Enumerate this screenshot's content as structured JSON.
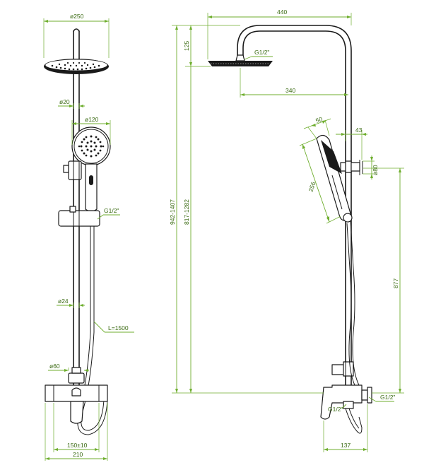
{
  "dimensions": {
    "front_head_dia": "ø250",
    "front_pipe_top_dia": "ø20",
    "front_hand_dia": "ø120",
    "front_holder_thread": "G1/2\"",
    "front_pipe_bottom_dia": "ø24",
    "front_hose_length": "L=1500",
    "front_mixer_dia": "ø60",
    "front_mount_spacing": "150±10",
    "front_total_width": "210",
    "side_arm_reach": "440",
    "side_head_height": "125",
    "side_head_thread": "G1/2\"",
    "side_arm_offset": "340",
    "side_hand_head": "50",
    "side_bracket_offset": "43",
    "side_bracket_dia": "ø80",
    "side_hand_length": "256",
    "side_total_height": "942-1407",
    "side_mount_height": "817-1282",
    "side_slide_height": "877",
    "side_inlet_thread_left": "G1/2\"",
    "side_inlet_thread_right": "G1/2\"",
    "side_depth": "137"
  },
  "colors": {
    "dimension": "#6fae2e",
    "object": "#1a1a1a"
  }
}
